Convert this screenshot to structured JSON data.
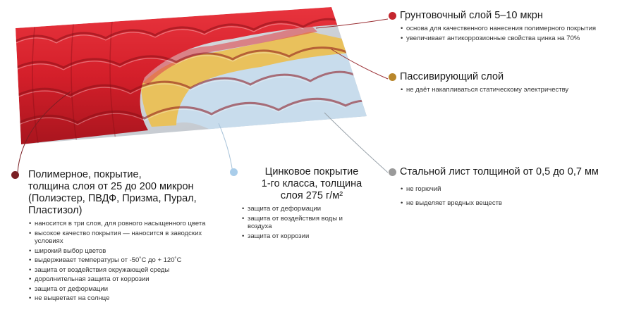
{
  "layers": {
    "primer": {
      "title": "Грунтовочный слой 5–10 мкрн",
      "bullets": [
        "основа для качественного нанесения полимерного покрытия",
        "увеличивает антикоррозионные свойства цинка на 70%"
      ],
      "dot_color": "#c4262e"
    },
    "passivating": {
      "title": "Пассивирующий слой",
      "bullets": [
        "не даёт накапливаться статическому электричеству"
      ],
      "dot_color": "#b8862b"
    },
    "steel": {
      "title": "Стальной лист толщиной от 0,5 до 0,7 мм",
      "bullets": [
        "не горючий",
        "не выделяет вредных веществ"
      ],
      "dot_color": "#9a9a9a"
    },
    "zinc": {
      "title_lines": [
        "Цинковое покрытие",
        "1-го класса, толщина",
        "слоя 275 г/м²"
      ],
      "bullets": [
        "защита от деформации",
        "защита от воздействия воды и воздуха",
        "защита от коррозии"
      ],
      "dot_color": "#a9cdea"
    },
    "polymer": {
      "title_lines": [
        "Полимерное, покрытие,",
        "толщина слоя от 25 до 200 микрон",
        "(Полиэстер, ПВДФ, Призма, Пурал,",
        "Пластизол)"
      ],
      "bullets": [
        "наносится в три слоя, для ровного насыщенного цвета",
        "высокое качество покрытия — наносится в заводских условиях",
        "широкий выбор цветов",
        "выдерживает температуры от -50˚С до + 120˚С",
        "защита от воздействия окружающей среды",
        "доролнительная защита от коррозии",
        "защита от деформации",
        "не выцветает на солнце"
      ],
      "dot_color": "#7a1f24"
    }
  },
  "colors": {
    "tile_red": "#d4202b",
    "tile_red_dark": "#a0141d",
    "tile_red_light": "#ec4a52",
    "passive_yellow": "#e6bd55",
    "zinc_blue": "#c7dcec",
    "steel_grey": "#cfd4d9",
    "leader_line": "#9a2e33"
  }
}
